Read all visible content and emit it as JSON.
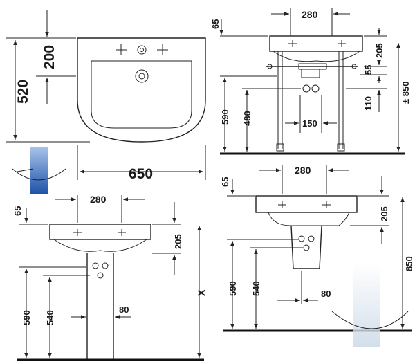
{
  "top_view": {
    "depth": "520",
    "inner_depth": "200",
    "width": "650"
  },
  "wall_frame_view": {
    "tap_spacing": "280",
    "top_offset": "65",
    "rim_height": "205",
    "bar_gap": "55",
    "waste_drop": "110",
    "total_height": "± 850",
    "rim_floor": "590",
    "waste_floor": "480",
    "waste_spacing": "150"
  },
  "pedestal_view": {
    "tap_spacing": "280",
    "top_offset": "65",
    "rim_height": "205",
    "rim_floor": "590",
    "waste_floor": "540",
    "pedestal_width": "80",
    "variable_height": "X"
  },
  "semi_pedestal_view": {
    "tap_spacing": "280",
    "top_offset": "65",
    "rim_height": "205",
    "total_height": "850",
    "rim_floor": "590",
    "waste_floor": "540",
    "pedestal_width": "80"
  },
  "colors": {
    "blue": "#2e64b8",
    "grey": "#9aa3ad"
  }
}
